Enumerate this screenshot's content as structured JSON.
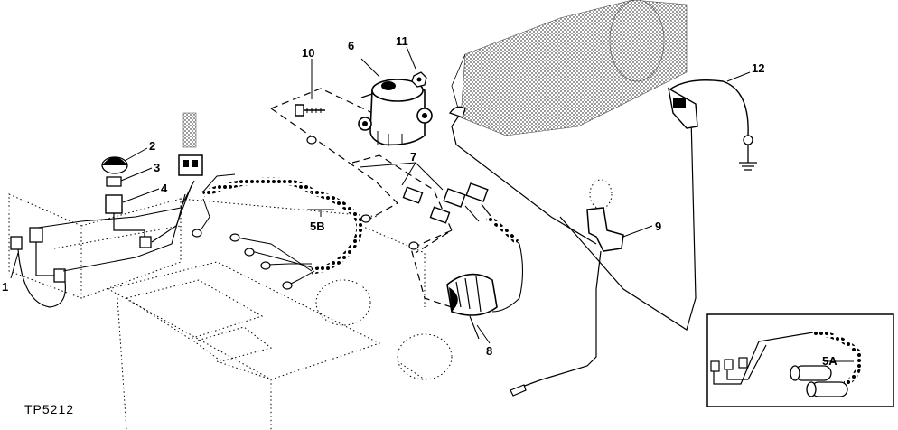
{
  "figure_id": "TP5212",
  "callouts": {
    "c1": "1",
    "c2": "2",
    "c3": "3",
    "c4": "4",
    "c5a": "5A",
    "c5b": "5B",
    "c6": "6",
    "c7": "7",
    "c8": "8",
    "c9": "9",
    "c10": "10",
    "c11": "11",
    "c12": "12"
  },
  "colors": {
    "ink": "#000000",
    "paper": "#ffffff",
    "stipple": "#555555"
  }
}
